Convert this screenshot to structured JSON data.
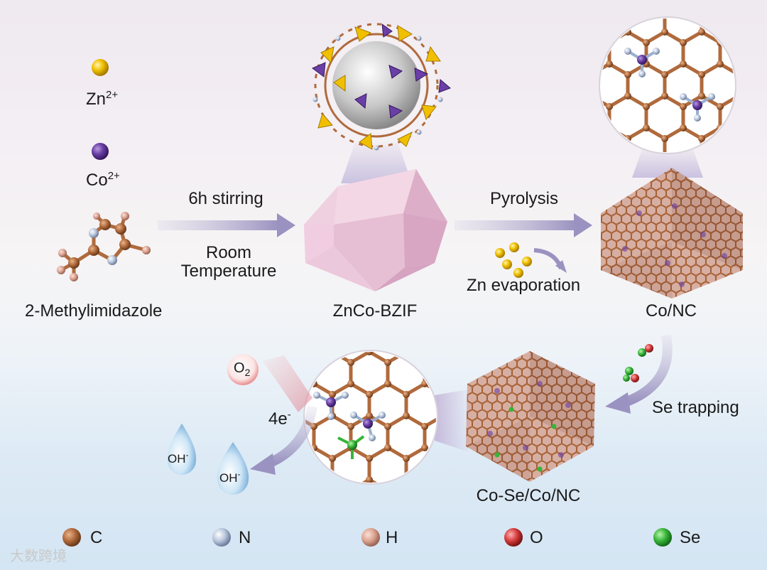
{
  "ions": {
    "zn": {
      "label": "Zn",
      "charge": "2+",
      "color": "#e9b300"
    },
    "co": {
      "label": "Co",
      "charge": "2+",
      "color": "#6a3fa6"
    }
  },
  "molecule_label": "2-Methylimidazole",
  "step1": {
    "top": "6h stirring",
    "bottom_line1": "Room",
    "bottom_line2": "Temperature"
  },
  "zif_label": "ZnCo-BZIF",
  "step2": {
    "top": "Pyrolysis",
    "bottom": "Zn evaporation"
  },
  "conc_label": "Co/NC",
  "step3": {
    "label": "Se trapping"
  },
  "final_label": "Co-Se/Co/NC",
  "orr": {
    "o2_main": "O",
    "o2_sub": "2",
    "electrons": "4e",
    "electrons_sup": "-",
    "oh_main": "OH",
    "oh_sup": "-"
  },
  "legend": [
    {
      "label": "C",
      "color": "#b06a3c"
    },
    {
      "label": "N",
      "color": "#b9c6dc"
    },
    {
      "label": "H",
      "color": "#dca493"
    },
    {
      "label": "O",
      "color": "#d53c3c"
    },
    {
      "label": "Se",
      "color": "#38b43a"
    }
  ],
  "watermark": "大数跨境"
}
